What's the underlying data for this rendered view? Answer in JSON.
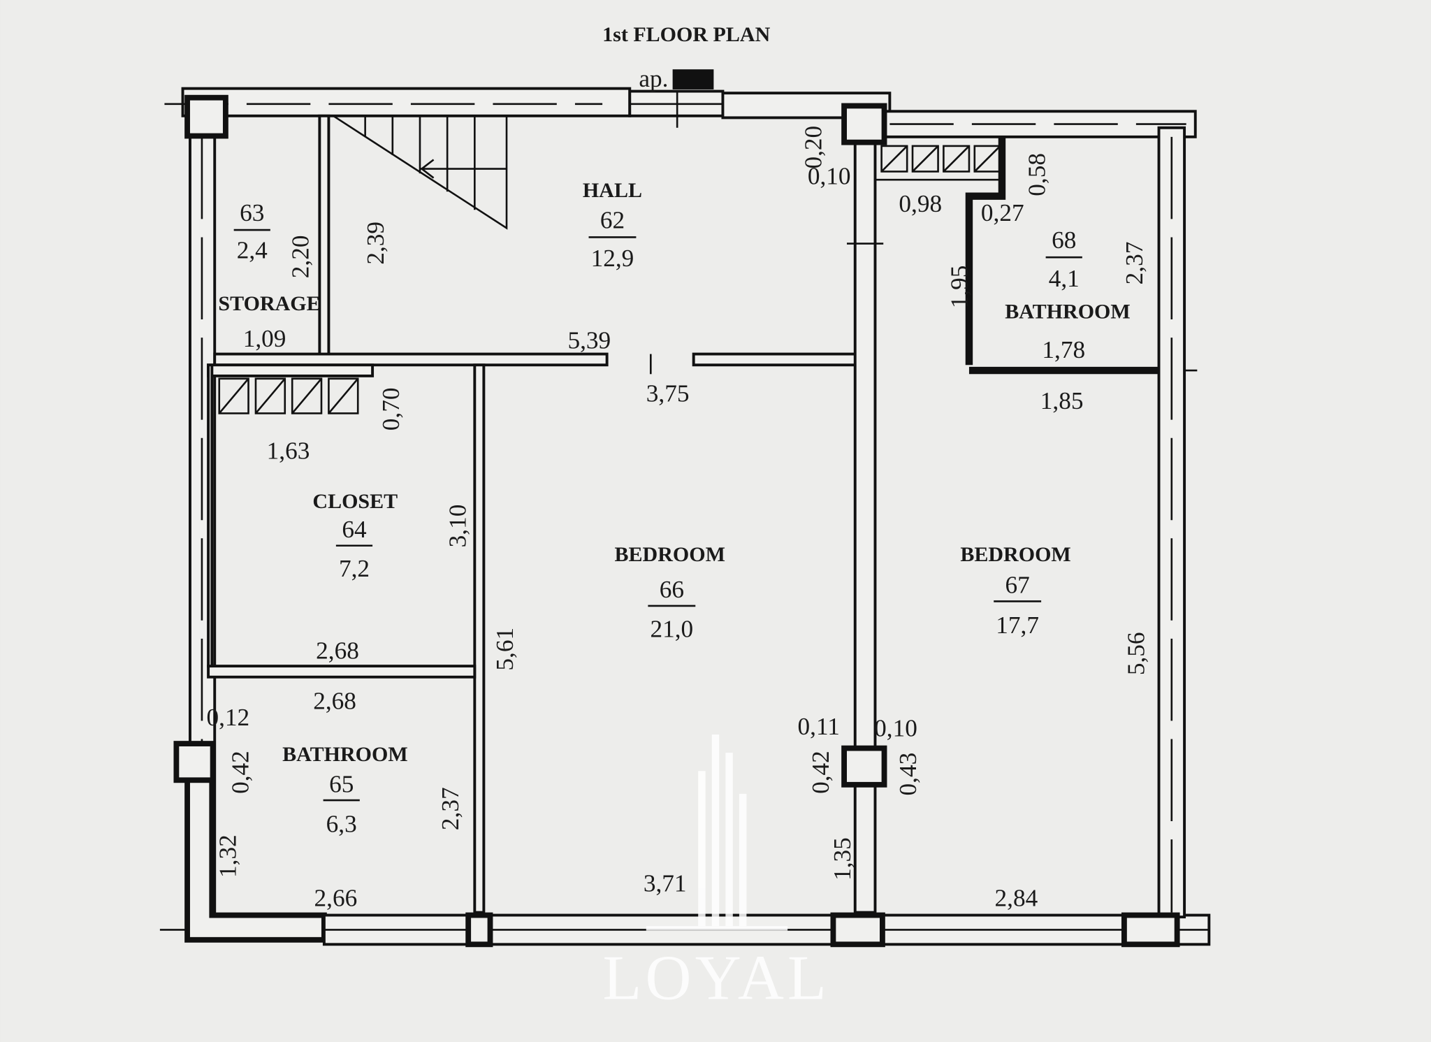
{
  "title": "1st FLOOR PLAN",
  "apartment_label": "ap.",
  "rooms": [
    {
      "name": "HALL",
      "number": "62",
      "area": "12,9"
    },
    {
      "name": "STORAGE",
      "number": "63",
      "area": "2,4"
    },
    {
      "name": "CLOSET",
      "number": "64",
      "area": "7,2"
    },
    {
      "name": "BATHROOM",
      "number": "65",
      "area": "6,3"
    },
    {
      "name": "BEDROOM",
      "number": "66",
      "area": "21,0"
    },
    {
      "name": "BEDROOM",
      "number": "67",
      "area": "17,7"
    },
    {
      "name": "BATHROOM",
      "number": "68",
      "area": "4,1"
    }
  ],
  "dimensions": [
    "2,20",
    "1,09",
    "2,39",
    "5,39",
    "3,75",
    "0,20",
    "0,10",
    "0,98",
    "0,27",
    "0,58",
    "1,95",
    "2,37",
    "1,78",
    "1,85",
    "0,70",
    "1,63",
    "3,10",
    "5,61",
    "2,68",
    "2,68",
    "0,12",
    "0,42",
    "1,32",
    "2,66",
    "2,37",
    "3,71",
    "0,11",
    "0,42",
    "0,10",
    "0,43",
    "1,35",
    "2,84",
    "5,56"
  ],
  "watermark": "LOYAL"
}
